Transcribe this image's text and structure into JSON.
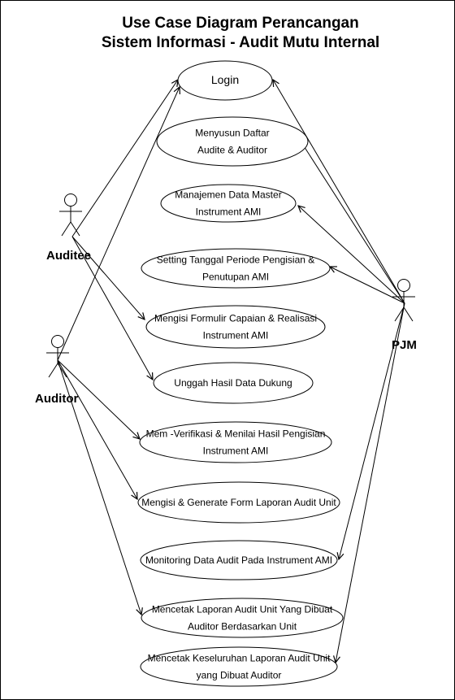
{
  "diagram": {
    "title_line1": "Use Case Diagram Perancangan",
    "title_line2": "Sistem Informasi - Audit Mutu Internal",
    "actors": [
      {
        "id": "auditee",
        "name": "Auditee"
      },
      {
        "id": "auditor",
        "name": "Auditor"
      },
      {
        "id": "pjm",
        "name": "PJM"
      }
    ],
    "use_cases": [
      {
        "id": "login",
        "lines": [
          "Login"
        ]
      },
      {
        "id": "daftar",
        "lines": [
          "Menyusun Daftar",
          "Audite & Auditor"
        ]
      },
      {
        "id": "manajemen",
        "lines": [
          "Manajemen Data Master",
          "Instrument AMI"
        ]
      },
      {
        "id": "setting",
        "lines": [
          "Setting Tanggal Periode Pengisian &",
          "Penutupan AMI"
        ]
      },
      {
        "id": "mengisi",
        "lines": [
          "Mengisi Formulir Capaian & Realisasi",
          "Instrument AMI"
        ]
      },
      {
        "id": "unggah",
        "lines": [
          "Unggah Hasil Data Dukung"
        ]
      },
      {
        "id": "verifikasi",
        "lines": [
          "Mem -Verifikasi & Menilai Hasil Pengisian",
          "Instrument AMI"
        ]
      },
      {
        "id": "generate",
        "lines": [
          "Mengisi & Generate Form Laporan Audit Unit"
        ]
      },
      {
        "id": "monitoring",
        "lines": [
          "Monitoring Data Audit Pada Instrument AMI"
        ]
      },
      {
        "id": "cetak_unit",
        "lines": [
          "Mencetak Laporan Audit Unit Yang Dibuat",
          "Auditor Berdasarkan Unit"
        ]
      },
      {
        "id": "cetak_semua",
        "lines": [
          "Mencetak Keseluruhan Laporan Audit Unit",
          "yang Dibuat Auditor"
        ]
      }
    ],
    "associations": [
      {
        "from": "auditee",
        "to": "login"
      },
      {
        "from": "auditee",
        "to": "mengisi"
      },
      {
        "from": "auditee",
        "to": "unggah"
      },
      {
        "from": "auditor",
        "to": "login"
      },
      {
        "from": "auditor",
        "to": "verifikasi"
      },
      {
        "from": "auditor",
        "to": "generate"
      },
      {
        "from": "auditor",
        "to": "cetak_unit"
      },
      {
        "from": "pjm",
        "to": "login"
      },
      {
        "from": "pjm",
        "to": "daftar"
      },
      {
        "from": "pjm",
        "to": "manajemen"
      },
      {
        "from": "pjm",
        "to": "setting"
      },
      {
        "from": "pjm",
        "to": "monitoring"
      },
      {
        "from": "pjm",
        "to": "cetak_semua"
      }
    ]
  }
}
